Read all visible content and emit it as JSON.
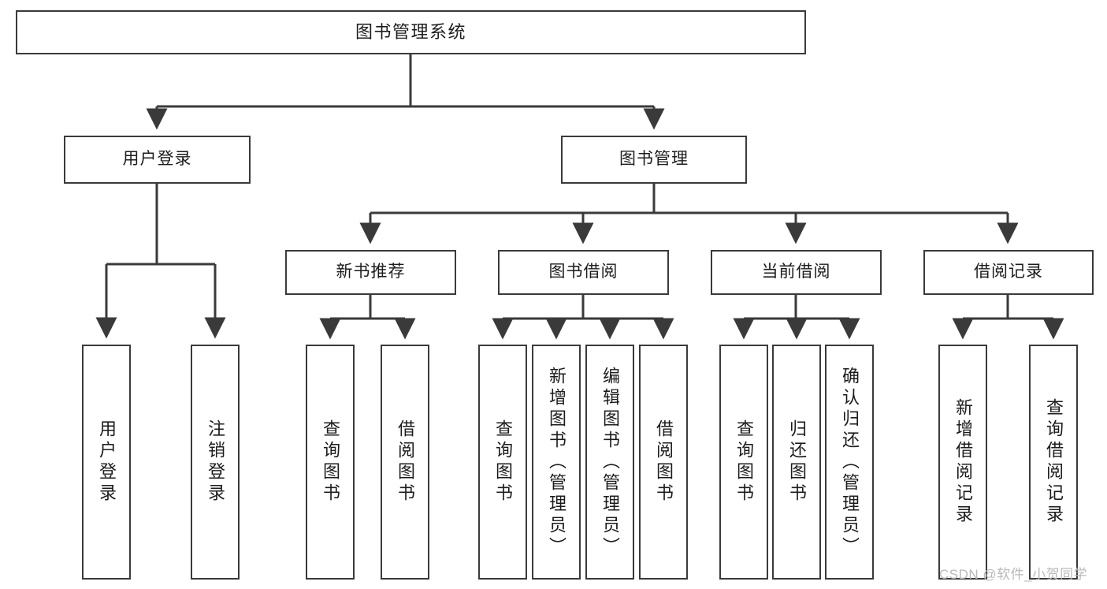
{
  "diagram": {
    "title": "图书管理系统",
    "type": "hierarchy-tree",
    "colors": {
      "box_border": "#3a3a3a",
      "box_fill": "#ffffff",
      "connector": "#3a3a3a",
      "text": "#1c1c1c",
      "watermark": "#b9b9b9"
    },
    "root": {
      "label": "图书管理系统"
    },
    "level1": [
      {
        "label": "用户登录"
      },
      {
        "label": "图书管理"
      }
    ],
    "level2": [
      {
        "label": "新书推荐"
      },
      {
        "label": "图书借阅"
      },
      {
        "label": "当前借阅"
      },
      {
        "label": "借阅记录"
      }
    ],
    "leaves": {
      "user_login": [
        {
          "label": "用户登录"
        },
        {
          "label": "注销登录"
        }
      ],
      "new_book_recommend": [
        {
          "label": "查询图书"
        },
        {
          "label": "借阅图书"
        }
      ],
      "book_borrow": [
        {
          "label": "查询图书"
        },
        {
          "label": "新增图书（管理员）"
        },
        {
          "label": "编辑图书（管理员）"
        },
        {
          "label": "借阅图书"
        }
      ],
      "current_borrow": [
        {
          "label": "查询图书"
        },
        {
          "label": "归还图书"
        },
        {
          "label": "确认归还（管理员）"
        }
      ],
      "borrow_record": [
        {
          "label": "新增借阅记录"
        },
        {
          "label": "查询借阅记录"
        }
      ]
    },
    "watermark": "CSDN @软件_小贺同学"
  }
}
